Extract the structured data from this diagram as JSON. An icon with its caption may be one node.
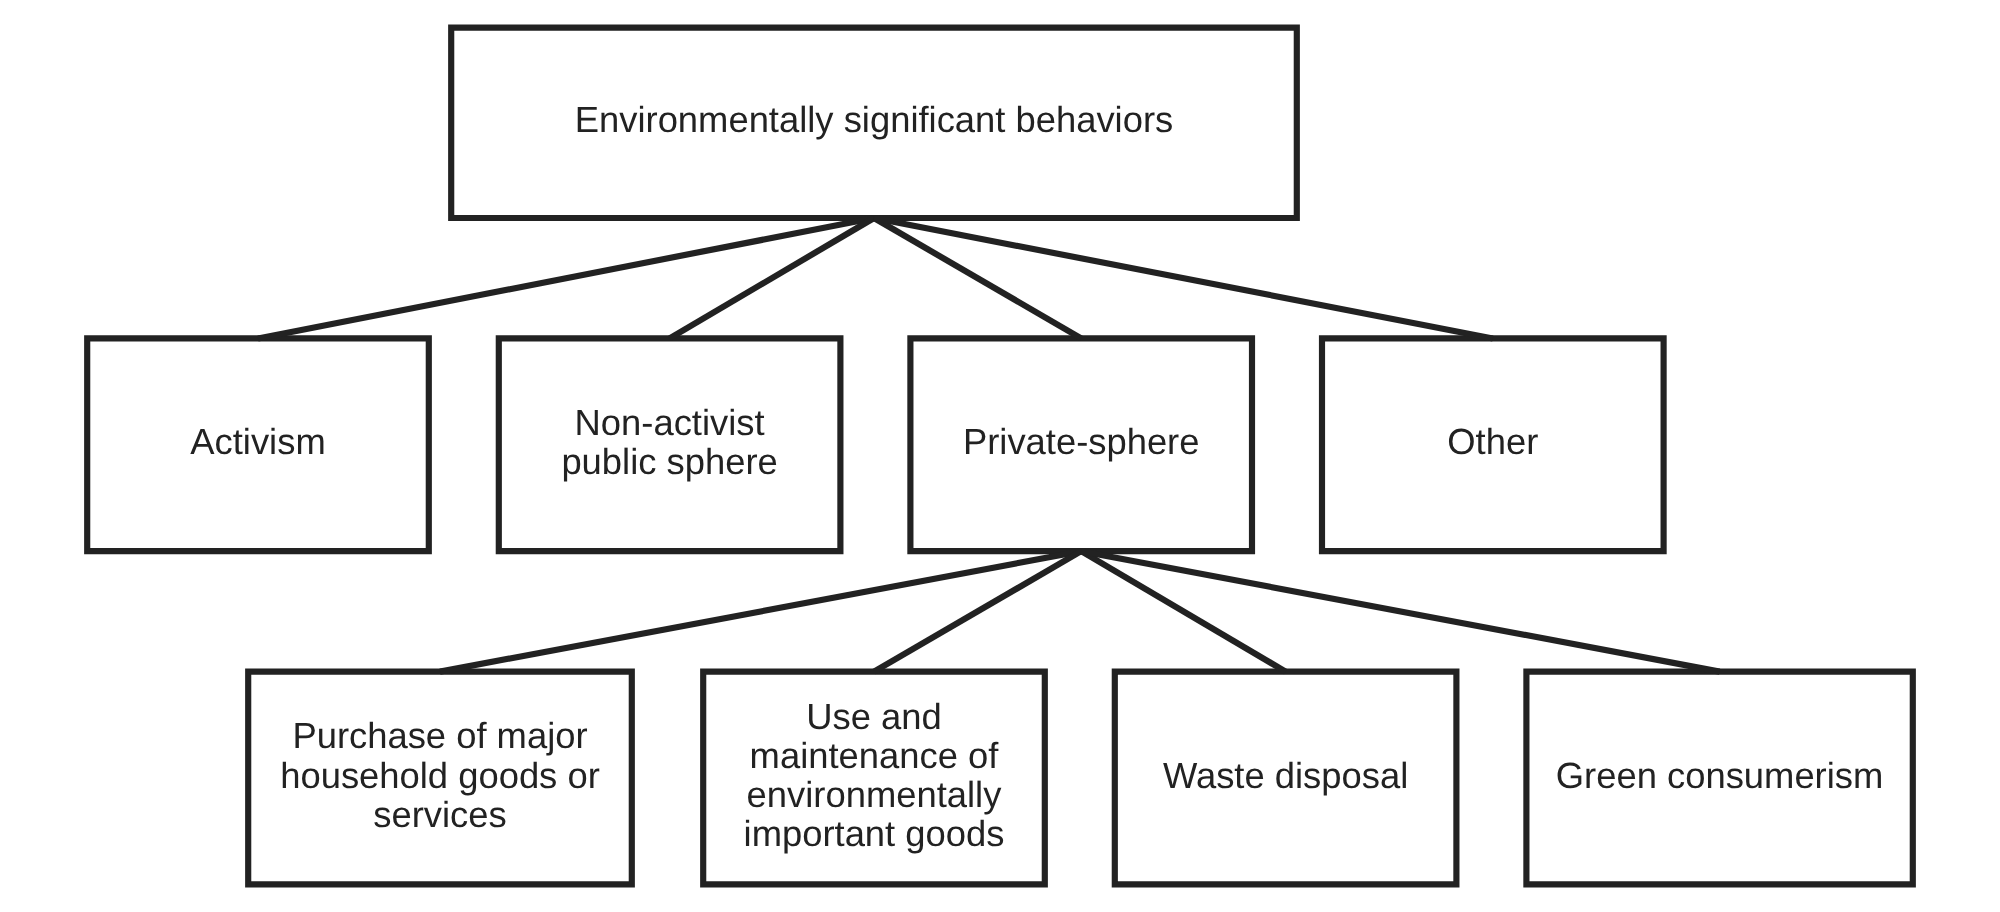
{
  "diagram": {
    "nodes": [
      {
        "text": [
          "Environmentally significant behaviors"
        ]
      },
      {
        "text": [
          "Activism"
        ]
      },
      {
        "text": [
          "Non-activist public sphere"
        ]
      },
      {
        "text": [
          "Private-sphere"
        ]
      },
      {
        "text": [
          "Other"
        ]
      },
      {
        "text": [
          "Purchase of major household goods or services"
        ]
      },
      {
        "text": [
          "Use and maintenance of environmentally important goods"
        ]
      },
      {
        "text": [
          "Waste disposal"
        ]
      },
      {
        "text": [
          "Green consumerism"
        ]
      }
    ],
    "edges": [
      {
        "from": 0,
        "to": 1,
        "arrow": "none"
      },
      {
        "from": 0,
        "to": 2,
        "arrow": "none"
      },
      {
        "from": 0,
        "to": 3,
        "arrow": "none"
      },
      {
        "from": 0,
        "to": 4,
        "arrow": "none"
      },
      {
        "from": 3,
        "to": 5,
        "arrow": "none"
      },
      {
        "from": 3,
        "to": 6,
        "arrow": "none"
      },
      {
        "from": 3,
        "to": 7,
        "arrow": "none"
      },
      {
        "from": 3,
        "to": 8,
        "arrow": "none"
      }
    ]
  }
}
